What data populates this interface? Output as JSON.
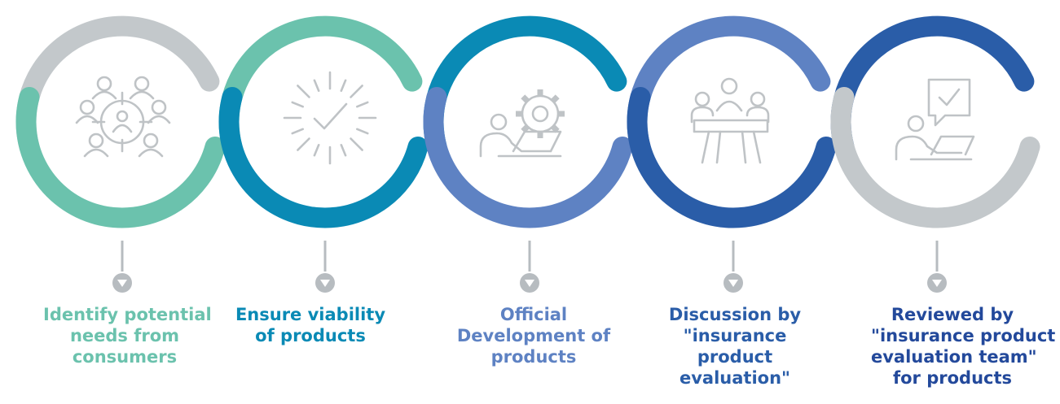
{
  "steps": [
    {
      "label_lines": [
        "Identify potential",
        "needs from",
        "consumers"
      ],
      "color": "#6bc2ad",
      "icon": "target-people-icon"
    },
    {
      "label_lines": [
        "Ensure viability",
        "of products"
      ],
      "color": "#0a8ab5",
      "icon": "checkmark-burst-icon"
    },
    {
      "label_lines": [
        "Official",
        "Development of",
        "products"
      ],
      "color": "#5e82c3",
      "icon": "gear-laptop-person-icon"
    },
    {
      "label_lines": [
        "Discussion by",
        "\"insurance",
        "product",
        "evaluation\""
      ],
      "color": "#2a5da8",
      "icon": "meeting-table-icon"
    },
    {
      "label_lines": [
        "Reviewed by",
        "\"insurance product",
        "evaluation team\"",
        "for products"
      ],
      "color": "#23499b",
      "icon": "person-laptop-speech-check-icon"
    }
  ],
  "colors": {
    "gray_arc": "#c3c8cb",
    "connector": "#b7bcc0",
    "icon_stroke": "#bfc3c6"
  }
}
